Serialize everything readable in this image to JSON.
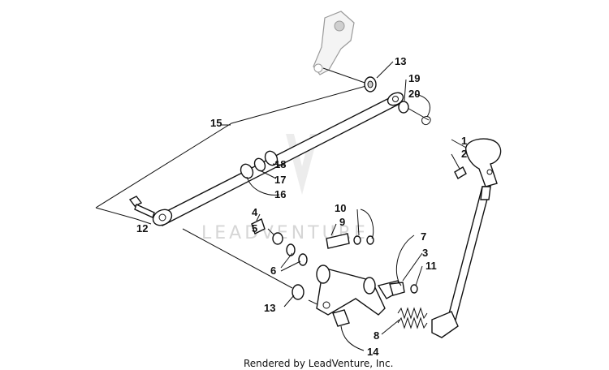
{
  "diagram": {
    "callouts": [
      "1",
      "2",
      "3",
      "4",
      "5",
      "6",
      "7",
      "8",
      "9",
      "10",
      "11",
      "12",
      "13",
      "13",
      "14",
      "15",
      "16",
      "17",
      "18",
      "19",
      "20"
    ],
    "watermark": "LEADVENTURE",
    "footer": "Rendered by LeadVenture, Inc."
  }
}
